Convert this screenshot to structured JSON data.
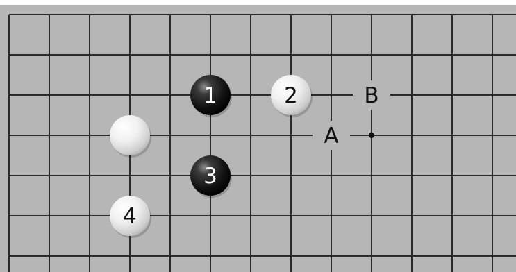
{
  "board": {
    "background_color": "#b6b6b6",
    "line_color": "#2a2a2a",
    "frame_color": "#ffffff"
  },
  "stones": [
    {
      "color": "white",
      "label": "",
      "col": 3,
      "row": 3
    },
    {
      "color": "black",
      "label": "1",
      "col": 5,
      "row": 2
    },
    {
      "color": "white",
      "label": "2",
      "col": 7,
      "row": 2
    },
    {
      "color": "black",
      "label": "3",
      "col": 5,
      "row": 4
    },
    {
      "color": "white",
      "label": "4",
      "col": 3,
      "row": 5
    }
  ],
  "markers": [
    {
      "text": "A",
      "col": 8,
      "row": 3
    },
    {
      "text": "B",
      "col": 9,
      "row": 2
    }
  ],
  "star_points": [
    {
      "col": 9,
      "row": 3
    }
  ]
}
